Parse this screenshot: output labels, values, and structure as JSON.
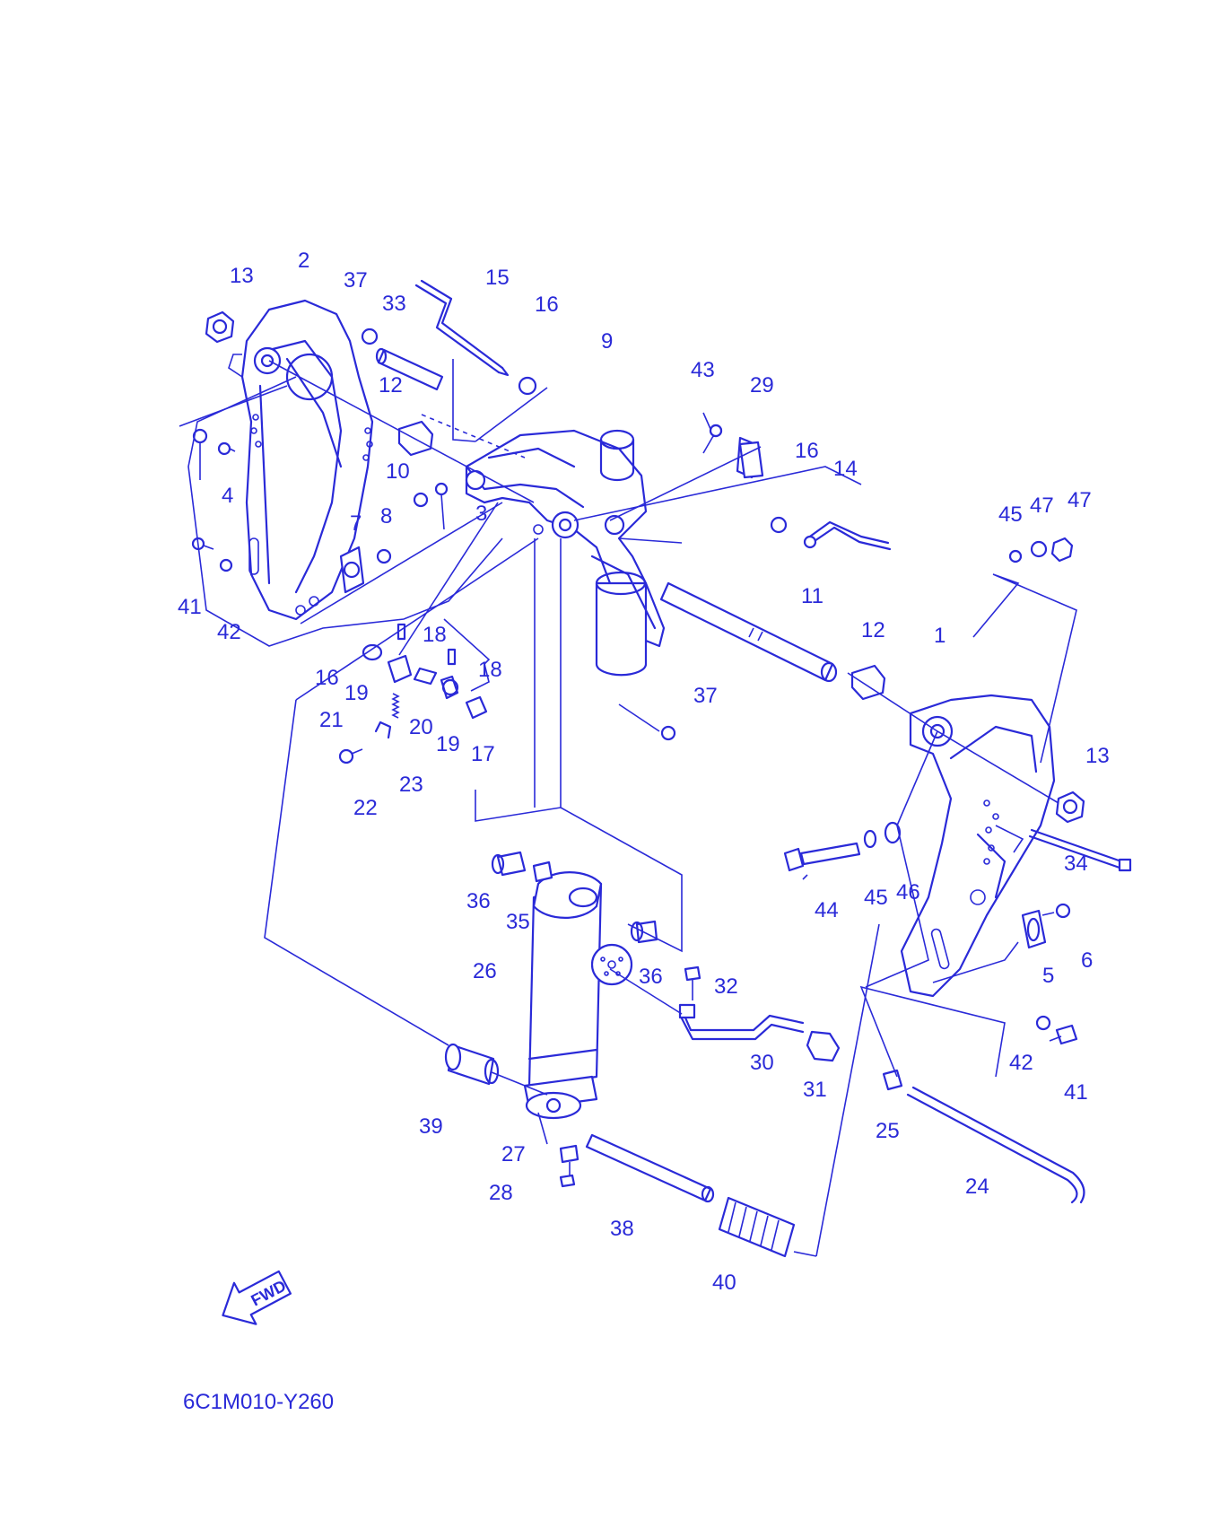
{
  "diagram": {
    "drawing_code": "6C1M010-Y260",
    "direction_label": "FWD",
    "line_color": "#2a2ad8",
    "callouts": [
      "1",
      "2",
      "3",
      "4",
      "5",
      "6",
      "7",
      "8",
      "9",
      "10",
      "11",
      "12",
      "12",
      "13",
      "13",
      "14",
      "15",
      "16",
      "16",
      "16",
      "17",
      "18",
      "18",
      "19",
      "19",
      "20",
      "21",
      "22",
      "23",
      "24",
      "25",
      "26",
      "27",
      "28",
      "29",
      "30",
      "31",
      "32",
      "33",
      "34",
      "35",
      "36",
      "36",
      "37",
      "37",
      "38",
      "39",
      "40",
      "41",
      "41",
      "42",
      "42",
      "43",
      "44",
      "45",
      "45",
      "46",
      "47",
      "47"
    ]
  }
}
